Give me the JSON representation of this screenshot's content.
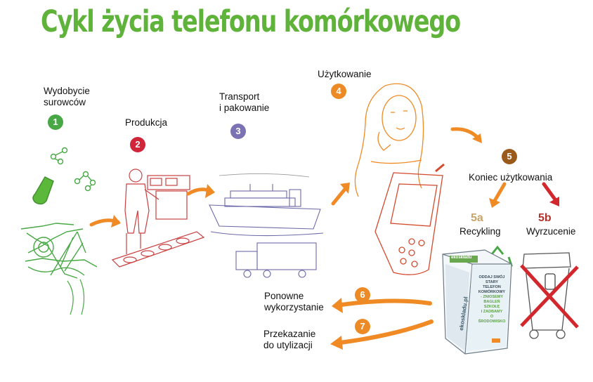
{
  "title": "Cykl życia telefonu komórkowego",
  "colors": {
    "title_green": "#5fb23a",
    "step1": "#48a845",
    "step2": "#d1253a",
    "step3": "#7a72b2",
    "step4": "#ec8a26",
    "step5": "#9a5a1c",
    "arrow_orange": "#ef8a24",
    "arrow_red": "#d2272c",
    "sub_5a": "#c9a46a",
    "sub_5b": "#b5322b"
  },
  "steps": [
    {
      "num": "1",
      "label_line1": "Wydobycie",
      "label_line2": "surowców",
      "icon": "mining-icon"
    },
    {
      "num": "2",
      "label_line1": "Produkcja",
      "icon": "factory-worker-icon"
    },
    {
      "num": "3",
      "label_line1": "Transport",
      "label_line2": "i pakowanie",
      "icon": "ship-truck-icon"
    },
    {
      "num": "4",
      "label_line1": "Użytkowanie",
      "icon": "woman-phone-icon"
    },
    {
      "num": "5",
      "label_line1": "Koniec użytkowania",
      "icon": "end-of-use-icon"
    },
    {
      "num": "6",
      "label_line1": "Ponowne",
      "label_line2": "wykorzystanie"
    },
    {
      "num": "7",
      "label_line1": "Przekazanie",
      "label_line2": "do utylizacji"
    }
  ],
  "substeps": [
    {
      "id": "5a",
      "label": "Recykling",
      "icon": "recycle-box-icon"
    },
    {
      "id": "5b",
      "label": "Wyrzucenie",
      "icon": "crossed-bin-icon"
    }
  ],
  "box": {
    "brand": "ekoskładu",
    "text_lines": [
      "ODDAJ SWÓJ",
      "STARY TELEFON",
      "KOMÓRKOWY",
      "- ZNIOSEMY",
      "BAGLEŃ SZKOŁĘ",
      "I ZADBAMY",
      "O ŚRODOWISKO"
    ],
    "side_text": "ekoskladu.pl"
  }
}
